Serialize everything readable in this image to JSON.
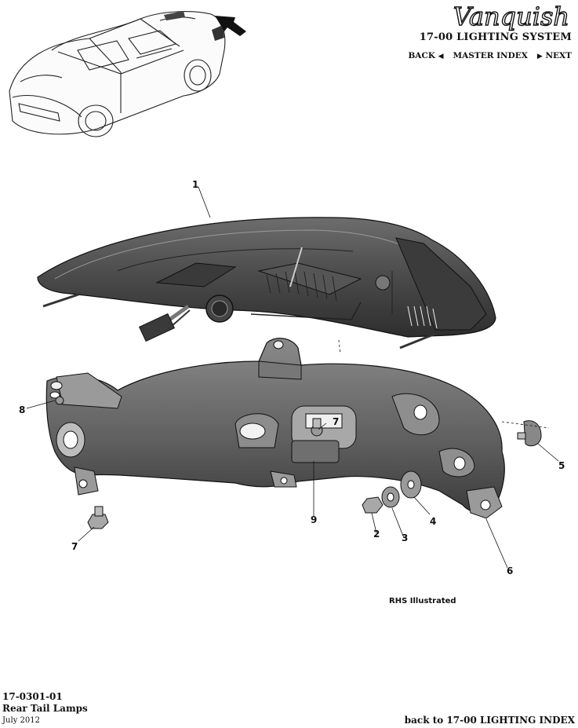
{
  "header": {
    "brand": "Vanquish",
    "system_title": "17-00 LIGHTING SYSTEM",
    "nav": {
      "back_label": "BACK",
      "master_index_label": "MASTER INDEX",
      "next_label": "NEXT"
    }
  },
  "diagram": {
    "callouts": [
      "1",
      "2",
      "3",
      "4",
      "5",
      "6",
      "7",
      "7",
      "8",
      "9"
    ],
    "note": "RHS Illustrated"
  },
  "footer": {
    "doc_code": "17-0301-01",
    "doc_title": "Rear Tail Lamps",
    "doc_date": "July 2012",
    "back_index_link": "back to 17-00 LIGHTING INDEX"
  }
}
